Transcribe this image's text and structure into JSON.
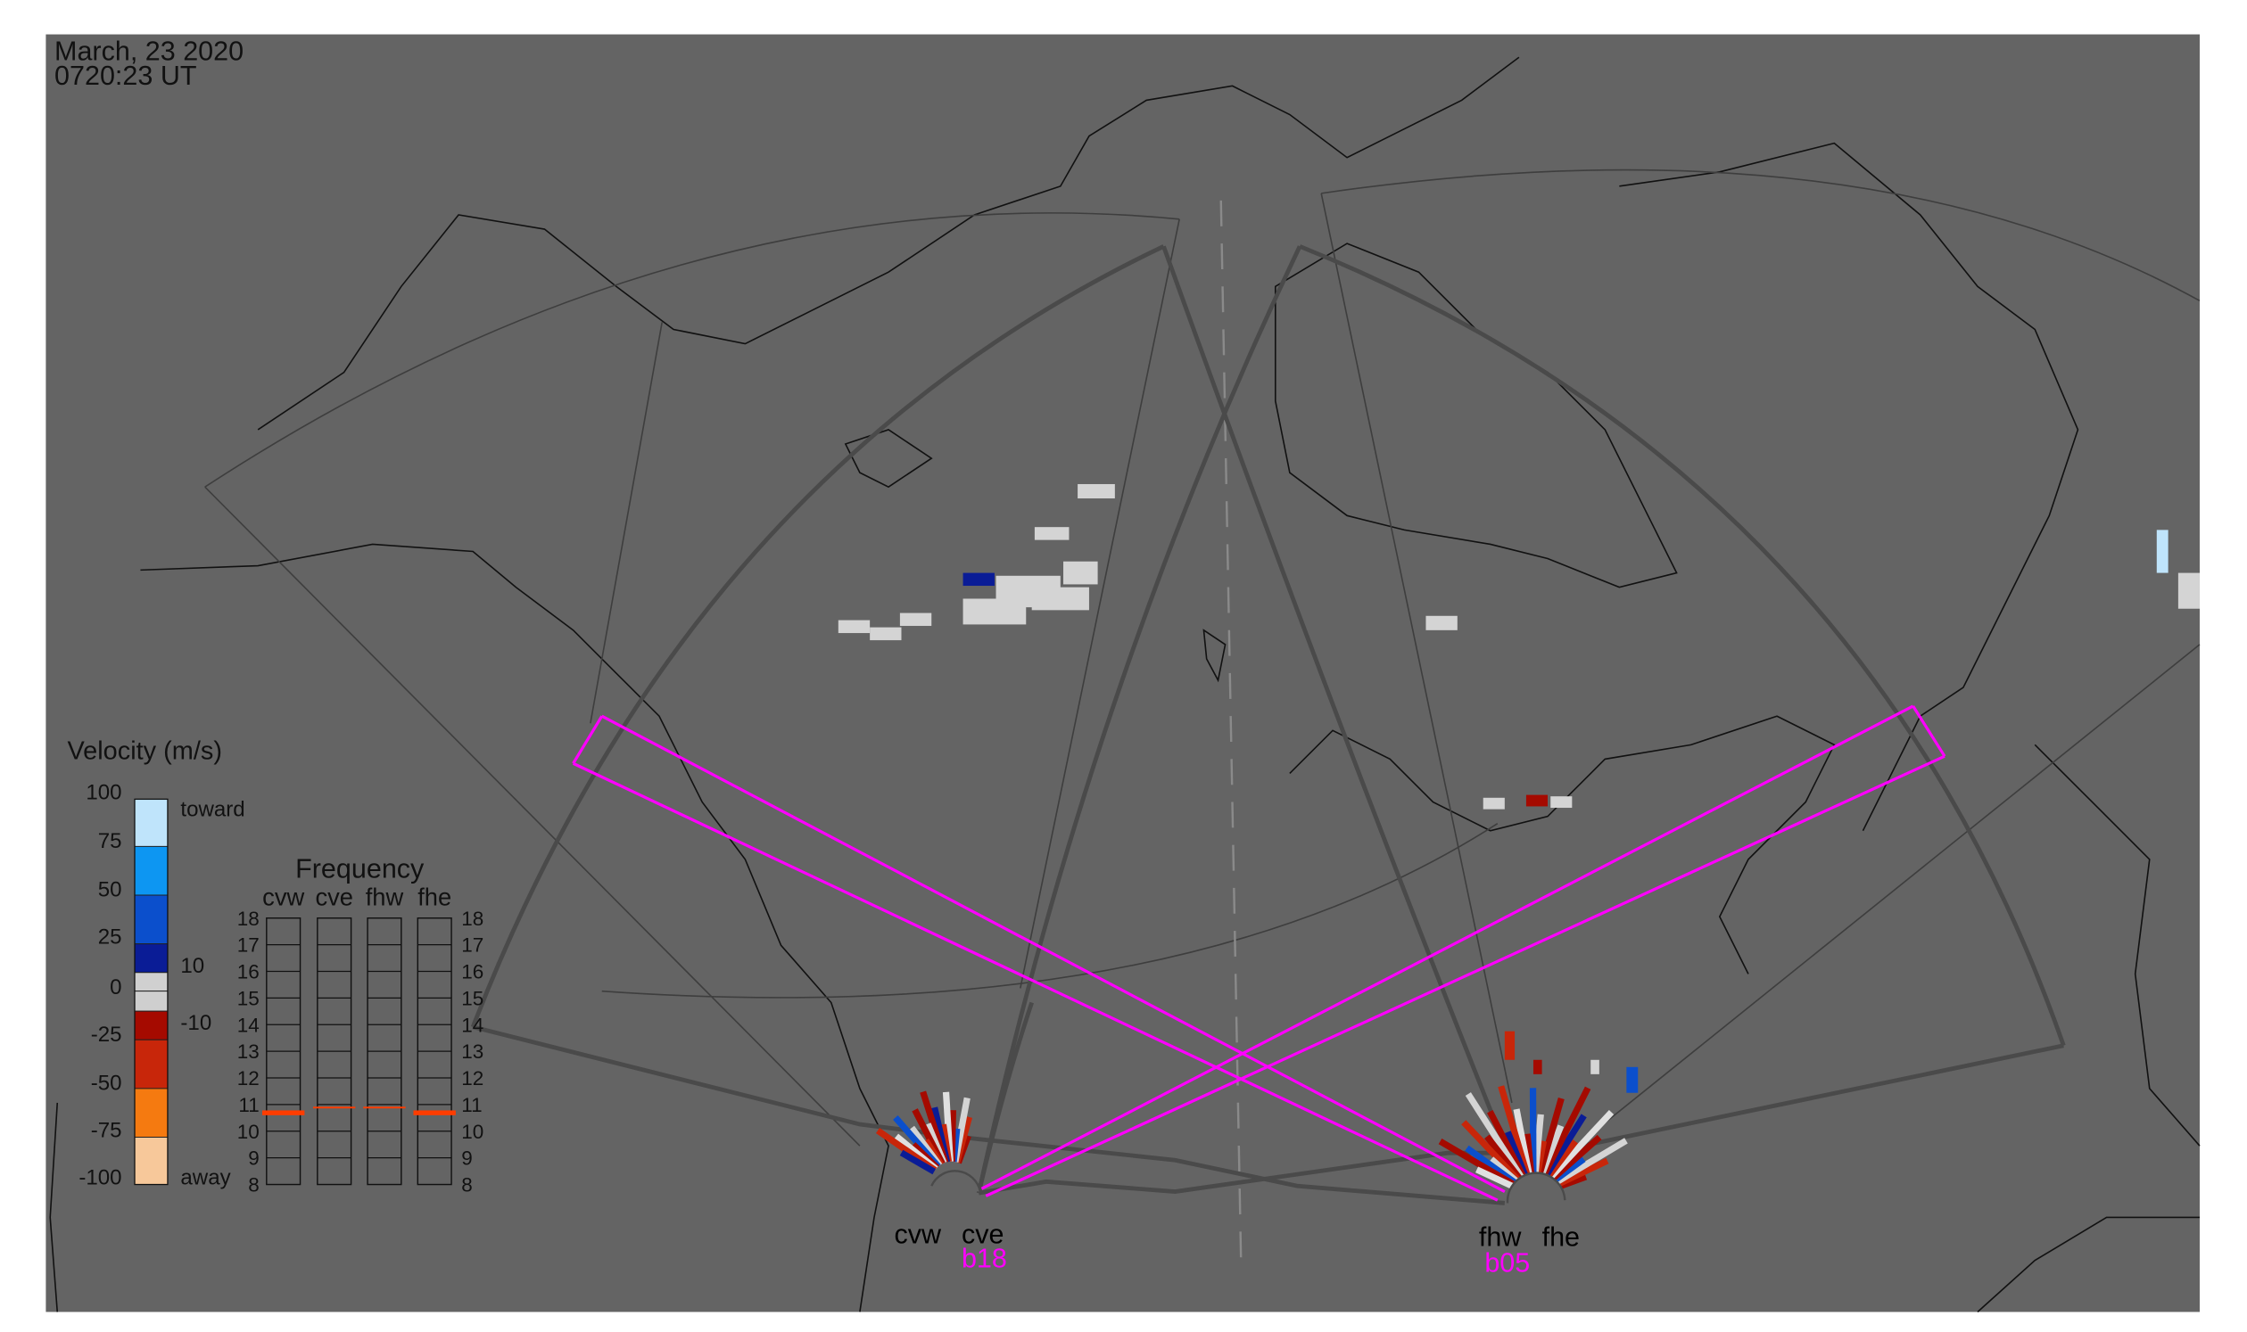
{
  "header": {
    "date": "March, 23 2020",
    "time": "0720:23 UT"
  },
  "colors": {
    "map_bg": "#646464",
    "beam": "#ff00ff",
    "fov": "#4a4a4a",
    "freq_mark": "#ff3c00"
  },
  "velocity_legend": {
    "title": "Velocity (m/s)",
    "ticks": [
      "100",
      "75",
      "50",
      "25",
      "0",
      "-25",
      "-50",
      "-75",
      "-100"
    ],
    "toward_label": "toward",
    "away_label": "away",
    "threshold_pos": "10",
    "threshold_neg": "-10",
    "scale_colors": [
      "#bfe4fb",
      "#0d96f2",
      "#0b4fcc",
      "#0a1c96",
      "#d0d0d0",
      "#cfcfcf",
      "#a50a00",
      "#c8260a",
      "#f57a10",
      "#f7c89a"
    ]
  },
  "frequency_panel": {
    "title": "Frequency",
    "unit_range": [
      8,
      18
    ],
    "tick_labels": [
      "18",
      "17",
      "16",
      "15",
      "14",
      "13",
      "12",
      "11",
      "10",
      "9",
      "8"
    ],
    "radars": [
      {
        "label": "cvw",
        "band_mhz": [
          10.6,
          10.78
        ]
      },
      {
        "label": "cve",
        "band_mhz": [
          10.88,
          10.92
        ]
      },
      {
        "label": "fhw",
        "band_mhz": [
          10.88,
          10.92
        ]
      },
      {
        "label": "fhe",
        "band_mhz": [
          10.6,
          10.78
        ]
      }
    ]
  },
  "sites": {
    "west": {
      "left_label": "cvw",
      "right_label": "cve",
      "beam_label": "b18"
    },
    "east": {
      "left_label": "fhw",
      "right_label": "fhe",
      "beam_label": "b05"
    }
  }
}
